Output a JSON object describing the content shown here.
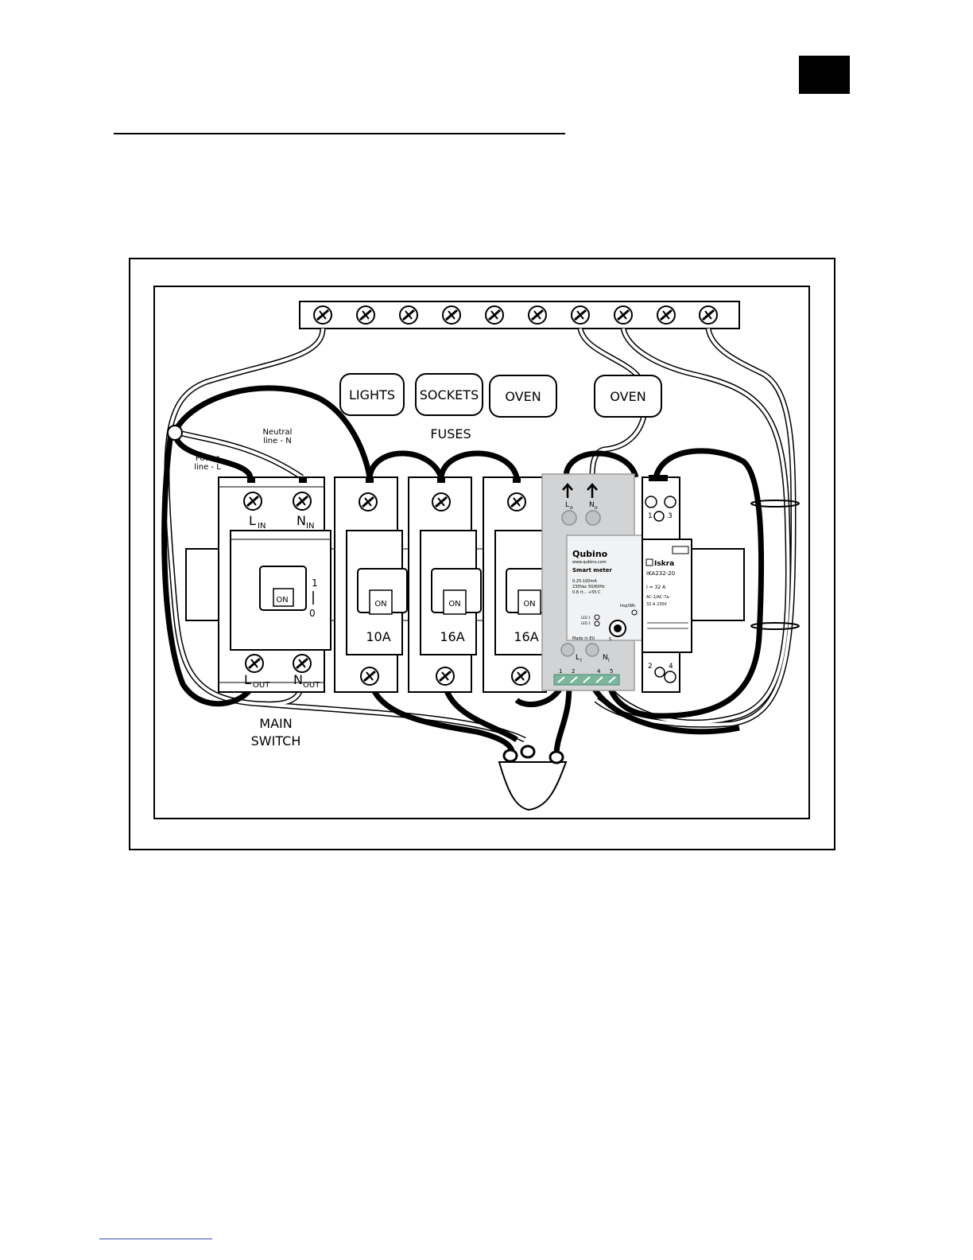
{
  "page": {
    "accent_tab_color": "#000000",
    "link_rule_color": "#3b52b4"
  },
  "diagram": {
    "fuse_box_labels": [
      "LIGHTS",
      "SOCKETS",
      "OVEN",
      "OVEN"
    ],
    "fuses_caption": "FUSES",
    "neutral_label": [
      "Neutral",
      "line - N"
    ],
    "power_label": [
      "Power",
      "line - L"
    ],
    "main_switch": {
      "caption": [
        "MAIN",
        "SWITCH"
      ],
      "on": "ON",
      "pos_on": "1",
      "pos_off": "0",
      "lin": "L",
      "lin_sub": "IN",
      "nin": "N",
      "nin_sub": "IN",
      "lout": "L",
      "lout_sub": "OUT",
      "nout": "N",
      "nout_sub": "OUT"
    },
    "breakers": [
      {
        "on": "ON",
        "rating": "10A"
      },
      {
        "on": "ON",
        "rating": "16A"
      },
      {
        "on": "ON",
        "rating": "16A"
      }
    ],
    "meter": {
      "lo": "L",
      "lo_sub": "o",
      "no": "N",
      "no_sub": "o",
      "brand": "Qubino",
      "url": "www.qubino.com",
      "model": "Smart meter",
      "specs": [
        "0.25-100mA",
        "230Vac 50/60Hz",
        "0.8 rt... +55 C"
      ],
      "led1": "LED 1",
      "led2": "LED 2",
      "imp": "Imp/Wh",
      "s": "S",
      "made_in": "Made in EU",
      "li": "L",
      "li_sub": "I",
      "ni": "N",
      "ni_sub": "I",
      "terminals": [
        "1",
        "2",
        "4",
        "5"
      ]
    },
    "contactor": {
      "brand": "Iskra",
      "model": "IKA232-20",
      "current": "I = 32 A",
      "specs": [
        "AC-1/AC-7a:",
        "32 A 230V"
      ],
      "t1": "1",
      "t3": "3",
      "t2": "2",
      "t4": "4"
    }
  }
}
